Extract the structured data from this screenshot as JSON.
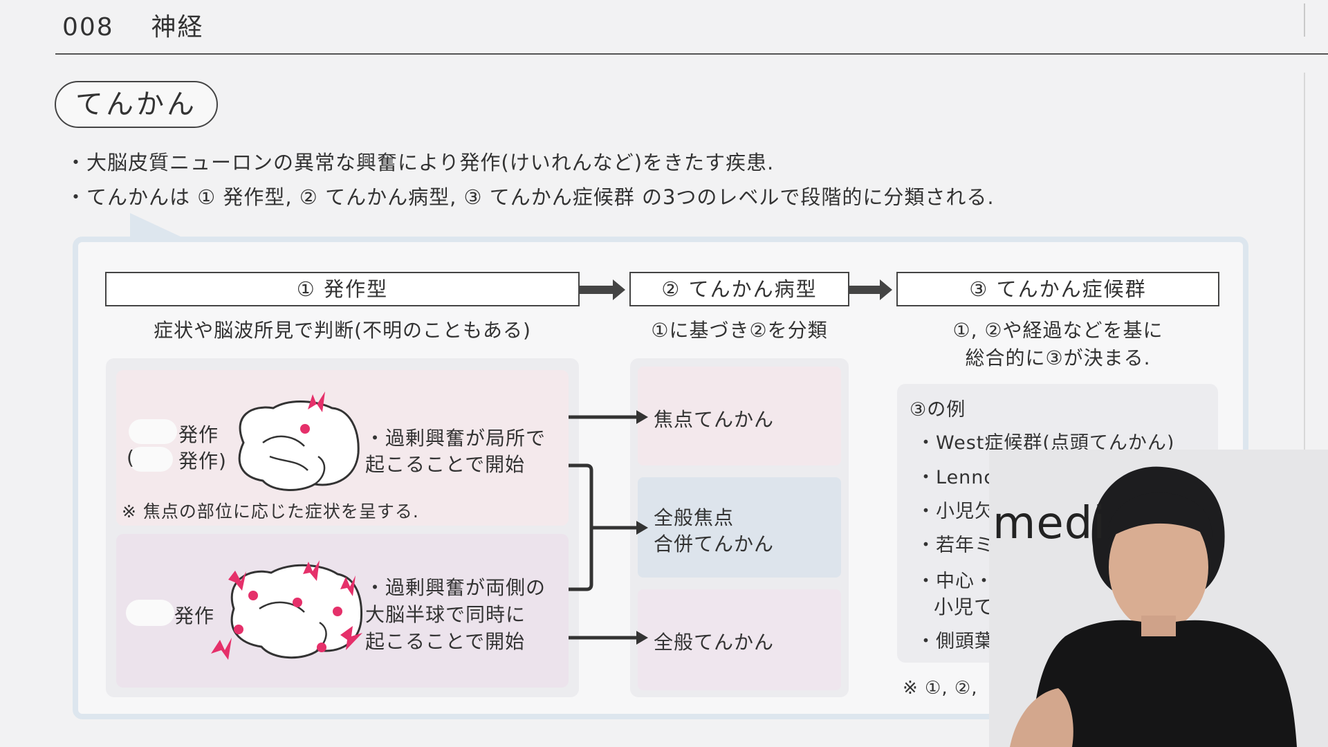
{
  "header": {
    "code": "008",
    "subject": "神経"
  },
  "title": "てんかん",
  "bullets": [
    "・大脳皮質ニューロンの異常な興奮により発作(けいれんなど)をきたす疾患.",
    "・てんかんは ① 発作型, ② てんかん病型, ③ てんかん症候群 の3つのレベルで段階的に分類される."
  ],
  "columns": [
    {
      "header": "① 発作型",
      "subtitle": "症状や脳波所見で判断(不明のこともある)"
    },
    {
      "header": "② てんかん病型",
      "subtitle": "①に基づき②を分類"
    },
    {
      "header": "③ てんかん症候群",
      "subtitle_line1": "①, ②や経過などを基に",
      "subtitle_line2": "総合的に③が決まる."
    }
  ],
  "focal": {
    "word1": "発作",
    "paren": "(",
    "word2": "発作)",
    "desc_line1": "・過剰興奮が局所で",
    "desc_line2": "起こることで開始",
    "note": "※ 焦点の部位に応じた症状を呈する."
  },
  "generalized": {
    "word": "発作",
    "desc_line1": "・過剰興奮が両側の",
    "desc_line2": "大脳半球で同時に",
    "desc_line3": "起こることで開始"
  },
  "epilepsy_types": {
    "focal": "焦点てんかん",
    "combined_line1": "全般焦点",
    "combined_line2": "合併てんかん",
    "generalized": "全般てんかん"
  },
  "examples": {
    "title": "③の例",
    "items": [
      "・West症候群(点頭てんかん)",
      "・Lennc",
      "・小児欠",
      "・若年ミ",
      "・中心・",
      "小児て",
      "・側頭葉"
    ]
  },
  "footnote": "※ ①, ②,",
  "webcam": {
    "logo": "medi"
  },
  "colors": {
    "accent_pink": "#e5306a",
    "frame_blue": "#dde6ee",
    "focal_bg": "#f4e9ec",
    "combined_bg": "#dde4ec",
    "generalized_bg": "#ece3ec"
  }
}
